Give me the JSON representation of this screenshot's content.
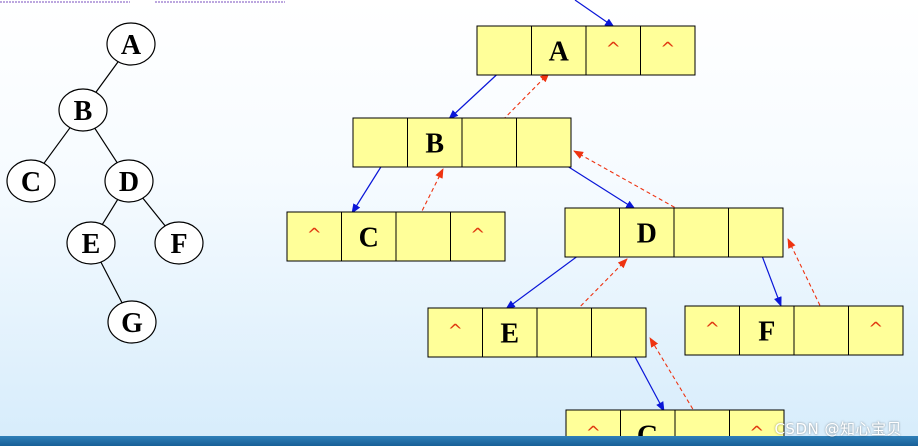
{
  "colors": {
    "cell_fill": "#ffff99",
    "cell_stroke": "#000000",
    "child_pointer": "#0a16d8",
    "parent_pointer": "#ee3311",
    "null_mark": "#e03a12"
  },
  "null_symbol": "^",
  "tree": {
    "nodes": [
      {
        "id": "A",
        "label": "A"
      },
      {
        "id": "B",
        "label": "B"
      },
      {
        "id": "C",
        "label": "C"
      },
      {
        "id": "D",
        "label": "D"
      },
      {
        "id": "E",
        "label": "E"
      },
      {
        "id": "F",
        "label": "F"
      },
      {
        "id": "G",
        "label": "G"
      }
    ],
    "edges": [
      [
        "A",
        "B"
      ],
      [
        "B",
        "C"
      ],
      [
        "B",
        "D"
      ],
      [
        "D",
        "E"
      ],
      [
        "D",
        "F"
      ],
      [
        "E",
        "G"
      ]
    ]
  },
  "linked_nodes": [
    {
      "id": "A",
      "label": "A",
      "left_null": false,
      "parent_null": true,
      "right_null": true
    },
    {
      "id": "B",
      "label": "B",
      "left_null": false,
      "parent_null": false,
      "right_null": false
    },
    {
      "id": "C",
      "label": "C",
      "left_null": true,
      "parent_null": false,
      "right_null": true
    },
    {
      "id": "D",
      "label": "D",
      "left_null": false,
      "parent_null": false,
      "right_null": false
    },
    {
      "id": "E",
      "label": "E",
      "left_null": true,
      "parent_null": false,
      "right_null": false
    },
    {
      "id": "F",
      "label": "F",
      "left_null": true,
      "parent_null": false,
      "right_null": true
    },
    {
      "id": "G",
      "label": "G",
      "left_null": true,
      "parent_null": false,
      "right_null": true
    }
  ],
  "watermark": "CSDN @知心宝贝"
}
